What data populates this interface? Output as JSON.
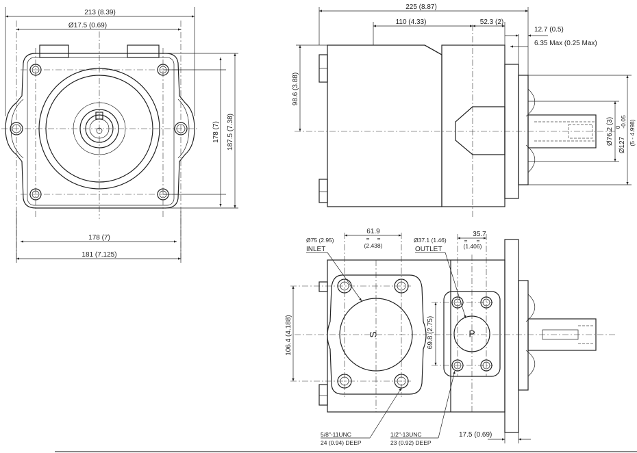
{
  "front_view": {
    "width_overall": "213 (8.39)",
    "shaft_dia": "Ø17.5 (0.69)",
    "height_178": "178 (7)",
    "height_187": "187.5 (7.38)",
    "bolt_spacing": "178 (7)",
    "base_width": "181 (7.125)"
  },
  "side_view": {
    "length_overall": "225 (8.87)",
    "port_offset": "110 (4.33)",
    "port_to_mount": "52.3 (2)",
    "shaft_len": "12.7 (0.5)",
    "shaft_max": "6.35 Max (0.25 Max)",
    "center_height": "98.6  (3.88)",
    "pilot_dia": "Ø76.2 (3)",
    "flange_dia": "Ø127",
    "flange_tol_upper": "0",
    "flange_tol_lower": "-0.05",
    "flange_dia_in": "(5 - 4.998)"
  },
  "port_view": {
    "inlet_dia": "Ø75 (2.95)",
    "inlet_label": "INLET",
    "inlet_spacing": "61.9",
    "inlet_spacing_in": "(2.438)",
    "outlet_dia": "Ø37.1 (1.46)",
    "outlet_label": "OUTLET",
    "outlet_spacing": "35.7",
    "outlet_spacing_in": "(1.406)",
    "inlet_height": "106.4 (4.188)",
    "outlet_height": "69.8 (2.75)",
    "inlet_mark": "S",
    "outlet_mark": "P",
    "inlet_thread": "5/8\"-11UNC",
    "inlet_depth": "24 (0.94) DEEP",
    "outlet_thread": "1/2\"-13UNC",
    "outlet_depth": "23 (0.92) DEEP",
    "flange_thk": "17.5 (0.69)",
    "eq": "="
  }
}
